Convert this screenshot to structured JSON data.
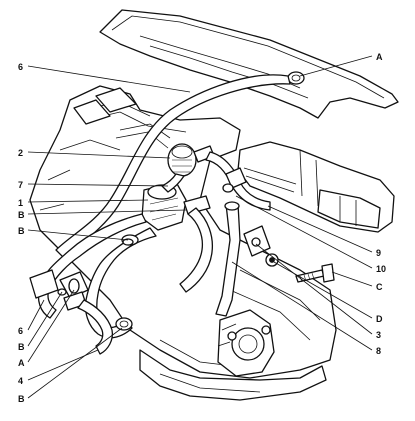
{
  "diagram": {
    "callouts": [
      {
        "id": "A_top",
        "text": "A"
      },
      {
        "id": "6_top",
        "text": "6"
      },
      {
        "id": "2",
        "text": "2"
      },
      {
        "id": "7",
        "text": "7"
      },
      {
        "id": "1",
        "text": "1"
      },
      {
        "id": "B_1",
        "text": "B"
      },
      {
        "id": "B_2",
        "text": "B"
      },
      {
        "id": "6_left",
        "text": "6"
      },
      {
        "id": "B_3",
        "text": "B"
      },
      {
        "id": "A_left",
        "text": "A"
      },
      {
        "id": "4",
        "text": "4"
      },
      {
        "id": "B_4",
        "text": "B"
      },
      {
        "id": "9",
        "text": "9"
      },
      {
        "id": "10",
        "text": "10"
      },
      {
        "id": "C",
        "text": "C"
      },
      {
        "id": "D",
        "text": "D"
      },
      {
        "id": "3",
        "text": "3"
      },
      {
        "id": "8",
        "text": "8"
      }
    ]
  }
}
